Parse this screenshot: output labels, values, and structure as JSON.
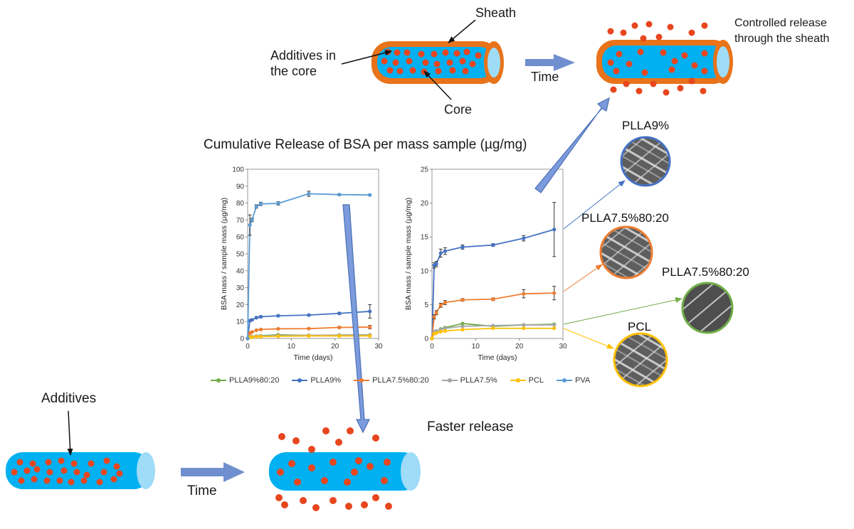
{
  "title": "Cumulative Release of BSA per mass sample (µg/mg)",
  "labels": {
    "sheath": "Sheath",
    "additives_core_1": "Additives in",
    "additives_core_2": "the core",
    "core": "Core",
    "time_top": "Time",
    "controlled_1": "Controlled release",
    "controlled_2": "through the sheath",
    "additives": "Additives",
    "time_bottom": "Time",
    "faster": "Faster release"
  },
  "sem_images": [
    {
      "label": "PLLA9%",
      "color": "#4472c4"
    },
    {
      "label": "PLLA7.5%80:20",
      "color": "#ed7d31"
    },
    {
      "label": "PLLA7.5%80:20",
      "color": "#70ad47"
    },
    {
      "label": "PCL",
      "color": "#ffc000"
    }
  ],
  "colors": {
    "sheath": "#e8731a",
    "core": "#00b0f0",
    "particle": "#e8461e",
    "arrow": "#6f8fcf"
  },
  "chart_data": [
    {
      "type": "line",
      "xlabel": "Time (days)",
      "ylabel": "BSA mass / sample mass (µg/mg)",
      "xlim": [
        0,
        30
      ],
      "ylim": [
        0,
        100
      ],
      "xticks": [
        0,
        10,
        20,
        30
      ],
      "yticks": [
        0,
        10,
        20,
        30,
        40,
        50,
        60,
        70,
        80,
        90,
        100
      ],
      "series": [
        {
          "name": "PLLA9%80:20",
          "color": "#70ad47",
          "x": [
            0,
            0.5,
            1,
            2,
            3,
            7,
            14,
            21,
            28
          ],
          "y": [
            0,
            0.9,
            1.0,
            1.4,
            1.6,
            2.2,
            1.8,
            2.0,
            2.1
          ]
        },
        {
          "name": "PLLA9%",
          "color": "#4472c4",
          "x": [
            0,
            0.5,
            1,
            2,
            3,
            7,
            14,
            21,
            28
          ],
          "y": [
            0,
            10.5,
            11.0,
            12.3,
            12.8,
            13.4,
            13.8,
            14.8,
            16.0
          ],
          "err": [
            0,
            0.5,
            0.5,
            0.6,
            0.6,
            0.5,
            0.4,
            0.5,
            4.0
          ]
        },
        {
          "name": "PLLA7.5%80:20",
          "color": "#ed7d31",
          "x": [
            0,
            0.5,
            1,
            2,
            3,
            7,
            14,
            21,
            28
          ],
          "y": [
            0,
            3.2,
            3.8,
            4.9,
            5.3,
            5.7,
            5.8,
            6.5,
            6.7
          ],
          "err": [
            0,
            0.3,
            0.3,
            0.3,
            0.3,
            0.2,
            0.2,
            0.5,
            1.0
          ]
        },
        {
          "name": "PLLA7.5%",
          "color": "#a5a5a5",
          "x": [
            0,
            0.5,
            1,
            2,
            3,
            7,
            14,
            21,
            28
          ],
          "y": [
            0,
            1.0,
            1.1,
            1.3,
            1.5,
            1.8,
            1.9,
            2.0,
            2.0
          ]
        },
        {
          "name": "PCL",
          "color": "#ffc000",
          "x": [
            0,
            0.5,
            1,
            2,
            3,
            7,
            14,
            21,
            28
          ],
          "y": [
            0,
            0.7,
            0.8,
            1.0,
            1.1,
            1.3,
            1.5,
            1.5,
            1.5
          ]
        },
        {
          "name": "PVA",
          "color": "#5b9bd5",
          "x": [
            0,
            0.5,
            1,
            2,
            3,
            7,
            14,
            21,
            28
          ],
          "y": [
            0,
            67,
            70,
            78,
            79.5,
            79.8,
            85.5,
            85,
            84.8
          ],
          "err": [
            0,
            6,
            1,
            1,
            1,
            1,
            1.5,
            0.5,
            0.5
          ]
        }
      ]
    },
    {
      "type": "line",
      "xlabel": "Time (days)",
      "ylabel": "BSA mass / sample mass (µg/mg)",
      "xlim": [
        0,
        30
      ],
      "ylim": [
        0,
        25
      ],
      "xticks": [
        0,
        10,
        20,
        30
      ],
      "yticks": [
        0,
        5,
        10,
        15,
        20,
        25
      ],
      "series": [
        {
          "name": "PLLA9%80:20",
          "color": "#70ad47",
          "x": [
            0,
            0.5,
            1,
            2,
            3,
            7,
            14,
            21,
            28
          ],
          "y": [
            0,
            0.9,
            1.0,
            1.4,
            1.6,
            2.2,
            1.8,
            2.0,
            2.1
          ]
        },
        {
          "name": "PLLA9%",
          "color": "#4472c4",
          "x": [
            0,
            0.5,
            1,
            2,
            3,
            7,
            14,
            21,
            28
          ],
          "y": [
            0,
            10.8,
            11.0,
            12.6,
            12.9,
            13.5,
            13.8,
            14.8,
            16.1
          ],
          "err": [
            0,
            0.4,
            0.4,
            0.6,
            0.5,
            0.3,
            0.2,
            0.4,
            4.0
          ]
        },
        {
          "name": "PLLA7.5%80:20",
          "color": "#ed7d31",
          "x": [
            0,
            0.5,
            1,
            2,
            3,
            7,
            14,
            21,
            28
          ],
          "y": [
            0,
            3.2,
            3.8,
            4.9,
            5.3,
            5.7,
            5.8,
            6.6,
            6.7
          ],
          "err": [
            0,
            0.3,
            0.3,
            0.3,
            0.3,
            0.2,
            0.2,
            0.6,
            1.0
          ]
        },
        {
          "name": "PLLA7.5%",
          "color": "#a5a5a5",
          "x": [
            0,
            0.5,
            1,
            2,
            3,
            7,
            14,
            21,
            28
          ],
          "y": [
            0,
            1.0,
            1.1,
            1.3,
            1.5,
            1.8,
            1.9,
            2.0,
            2.0
          ]
        },
        {
          "name": "PCL",
          "color": "#ffc000",
          "x": [
            0,
            0.5,
            1,
            2,
            3,
            7,
            14,
            21,
            28
          ],
          "y": [
            0,
            0.7,
            0.8,
            1.0,
            1.1,
            1.3,
            1.5,
            1.5,
            1.5
          ]
        }
      ]
    }
  ]
}
